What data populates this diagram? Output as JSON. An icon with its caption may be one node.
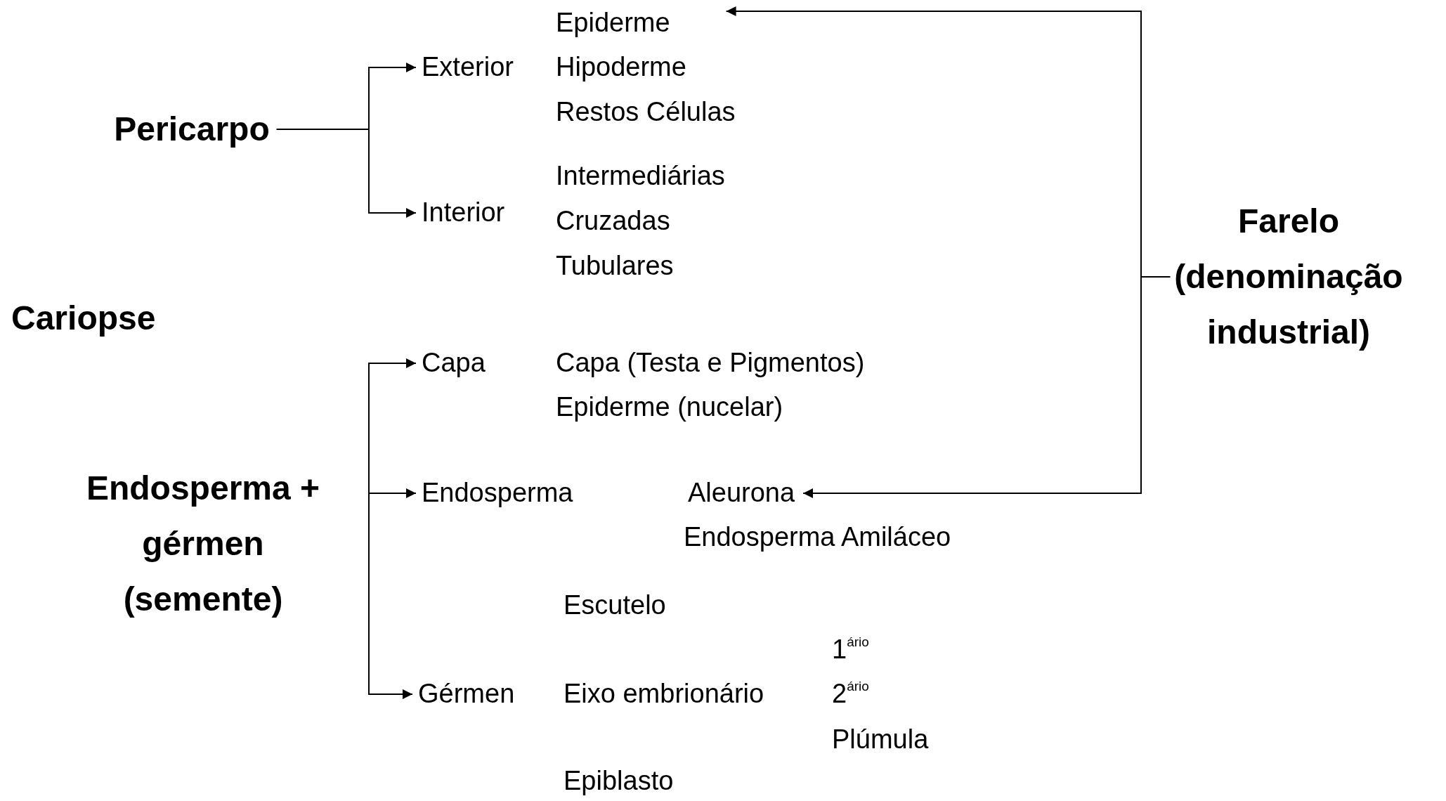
{
  "diagram": {
    "nodes": [
      {
        "text": [
          "Pericarpo"
        ]
      },
      {
        "text": [
          "Cariopse"
        ]
      },
      {
        "text": [
          "Endosperma + gérmen (semente)"
        ]
      },
      {
        "text": [
          "Exterior"
        ]
      },
      {
        "text": [
          "Interior"
        ]
      },
      {
        "text": [
          "Capa"
        ]
      },
      {
        "text": [
          "Endosperma"
        ]
      },
      {
        "text": [
          "Gérmen"
        ]
      },
      {
        "text": [
          "Epiderme"
        ]
      },
      {
        "text": [
          "Aleurona"
        ]
      },
      {
        "text": [
          "Farelo (denominação industrial)"
        ]
      }
    ],
    "edges": [
      {
        "from": 0,
        "to": 3,
        "arrow": "to"
      },
      {
        "from": 0,
        "to": 4,
        "arrow": "to"
      },
      {
        "from": 2,
        "to": 5,
        "arrow": "to"
      },
      {
        "from": 2,
        "to": 6,
        "arrow": "to"
      },
      {
        "from": 2,
        "to": 7,
        "arrow": "to"
      },
      {
        "from": 10,
        "to": 8,
        "arrow": "to"
      },
      {
        "from": 10,
        "to": 9,
        "arrow": "to"
      }
    ],
    "labels": [
      "Hipoderme",
      "Restos Células",
      "Intermediárias",
      "Cruzadas",
      "Tubulares",
      "Capa (Testa e Pigmentos)",
      "Epiderme (nucelar)",
      "Endosperma Amiláceo",
      "Escutelo",
      "1$^{ário}$",
      "Eixo embrionário",
      "2$^{ário}$",
      "Plúmula",
      "Epiblasto"
    ]
  }
}
